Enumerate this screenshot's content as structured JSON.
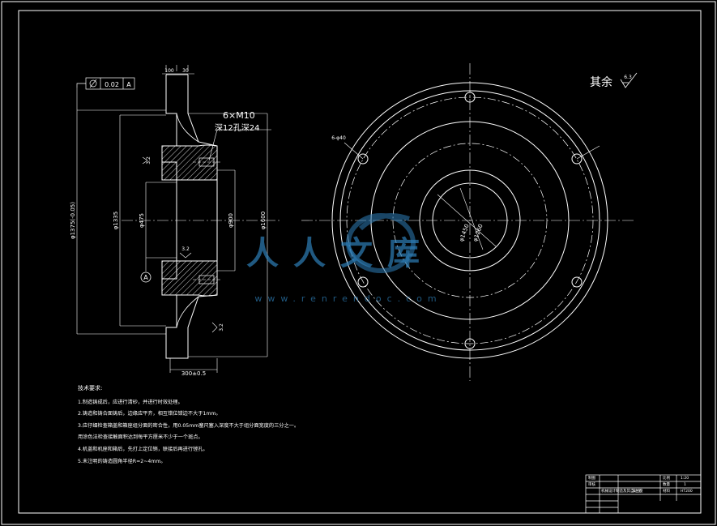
{
  "roughness": {
    "label": "其余",
    "value": "6.3"
  },
  "thread_callout": {
    "line1": "6×M10",
    "line2": "深12孔深24"
  },
  "tolerance_frame": {
    "value": "0.02",
    "datum": "A"
  },
  "datum_label": "A",
  "dims": {
    "top_left": "100",
    "top_right": "30",
    "d1375": "φ1375(-0.05)",
    "d1335": "φ1335",
    "d475": "φ475",
    "d900": "φ900",
    "d1600": "φ1600",
    "bottom": "300±0.5",
    "rough_upper": "3.2",
    "rough_mid": "3.2",
    "rough_lower": "3.2"
  },
  "front_view": {
    "hole_label": "6-φ40",
    "d1450": "φ1450",
    "d1260": "φ1260"
  },
  "watermark": {
    "text": "人人文库",
    "url": "www.renrendoc.com"
  },
  "notes": {
    "heading": "技术要求:",
    "lines": [
      "1.制造铸成后，应进行清砂，并进行时效处理。",
      "2.铸造和铸合面铸后，边缘应平齐，相互错位错边不大于1mm。",
      "3.应仔细检查箱盖和箱座组分面的密合性，用0.05mm塞尺塞入深度不大于组分面宽度的三分之一。",
      "  用涂色法检查接触面积达到每平方厘米不少于一个斑点。",
      "4.机盖和机座和箱后，先打上定位销，联接后再进行镗孔。",
      "5.未注明的铸造圆角半径R=2~4mm。"
    ]
  },
  "title_block": {
    "c1": "制图",
    "c2": "审核",
    "c3": "比例",
    "c4": "1:20",
    "c5": "数量",
    "c6": "1",
    "c7": "材料",
    "c8": "HT200",
    "drawing_name": "法兰盘",
    "school": "机械设计制造及其自动化"
  }
}
